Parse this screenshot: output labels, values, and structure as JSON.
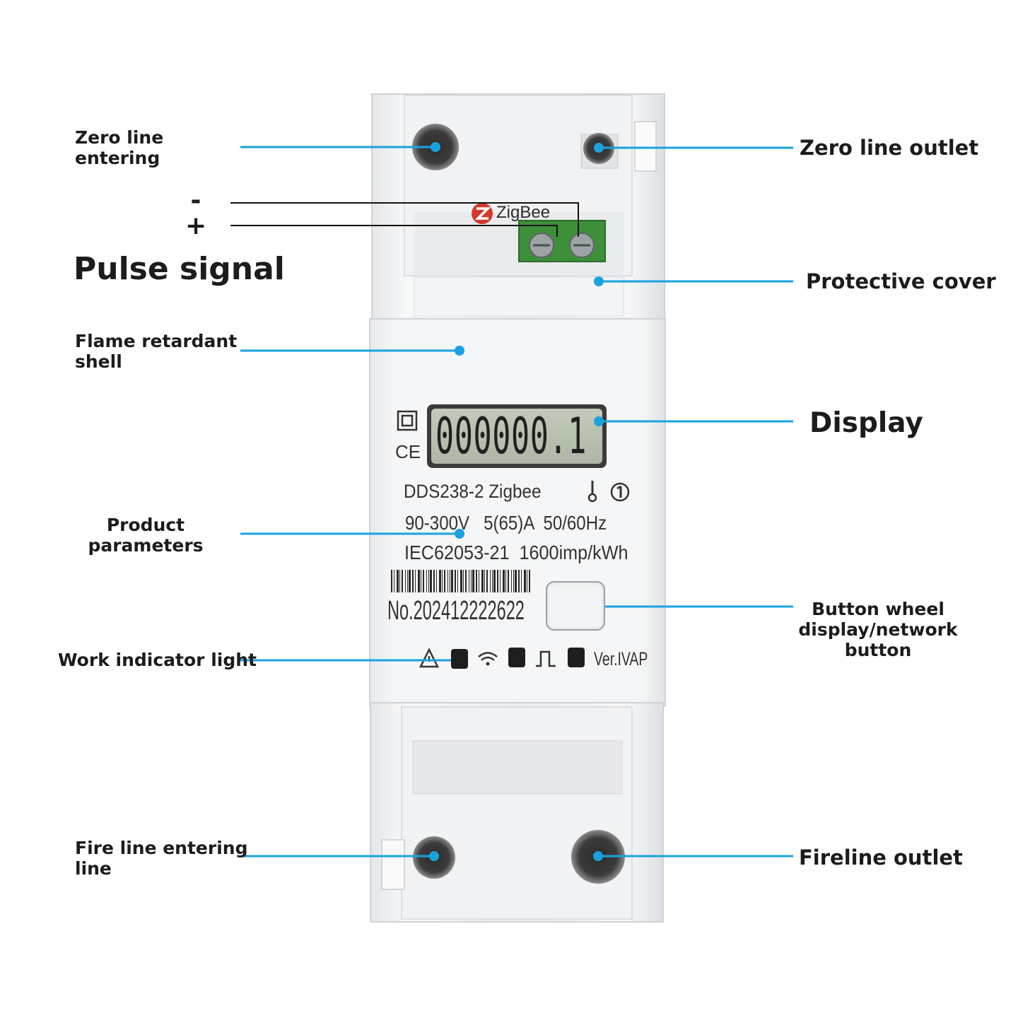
{
  "labels": {
    "zero_line_entering": "Zero line\nentering",
    "minus": "-",
    "plus": "+",
    "pulse_signal": "Pulse signal",
    "flame_retardant_shell": "Flame retardant\nshell",
    "product_parameters": "Product\nparameters",
    "work_indicator_light": "Work indicator light",
    "fire_line_entering": "Fire line entering\nline",
    "zero_line_outlet": "Zero line outlet",
    "protective_cover": "Protective cover",
    "display": "Display",
    "button_wheel": "Button wheel\ndisplay/network\nbutton",
    "fireline_outlet": "Fireline outlet"
  },
  "meter": {
    "brand": "ZigBee",
    "lcd_reading": "000000.1",
    "ce_mark": "CE",
    "model": "DDS238-2 Zigbee",
    "rating": "90-300V   5(65)A  50/60Hz",
    "standard": "IEC62053-21  1600imp/kWh",
    "serial": "No.202412222622",
    "version": "Ver.IVAP"
  },
  "colors": {
    "callout_line": "#1aa2df",
    "callout_dot": "#1aa2df",
    "label_text": "#1c1c1c",
    "lcd_background": "#b9c2b0",
    "terminal_green": "#3d8f3a"
  },
  "icons": {
    "warning": "warning-triangle-icon",
    "wifi": "wifi-icon",
    "pulse": "pulse-icon",
    "button": "refresh-circle-icon",
    "square": "double-insulation-icon",
    "thermo": "thermometer-icon",
    "class_one": "circled-one-icon"
  }
}
